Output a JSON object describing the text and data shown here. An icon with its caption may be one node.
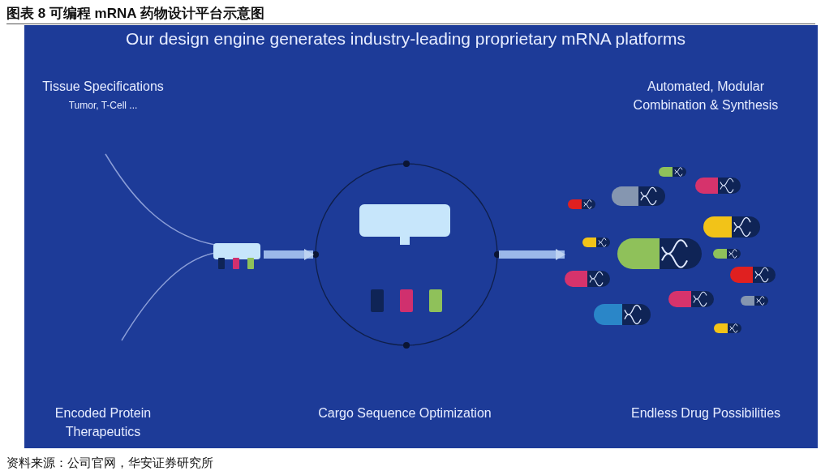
{
  "diagram": {
    "title": "图表 8 可编程 mRNA 药物设计平台示意图",
    "caption": "资料来源：公司官网，华安证券研究所",
    "nodes": [
      {
        "text": [],
        "shape": "picture"
      },
      {
        "text": [],
        "shape": "circle"
      },
      {
        "text": [],
        "shape": "picture"
      }
    ],
    "edges": [
      {
        "from": 0,
        "to": 1,
        "arrow": "to"
      },
      {
        "from": 1,
        "to": 2,
        "arrow": "to"
      }
    ],
    "labels": [
      "Our design engine generates industry-leading proprietary mRNA platforms",
      "Tissue Specifications",
      "Tumor, T-Cell ...",
      "Automated, Modular Combination & Synthesis",
      "Encoded Protein Therapeutics",
      "Cargo Sequence Optimization",
      "Endless Drug Possibilities"
    ]
  }
}
